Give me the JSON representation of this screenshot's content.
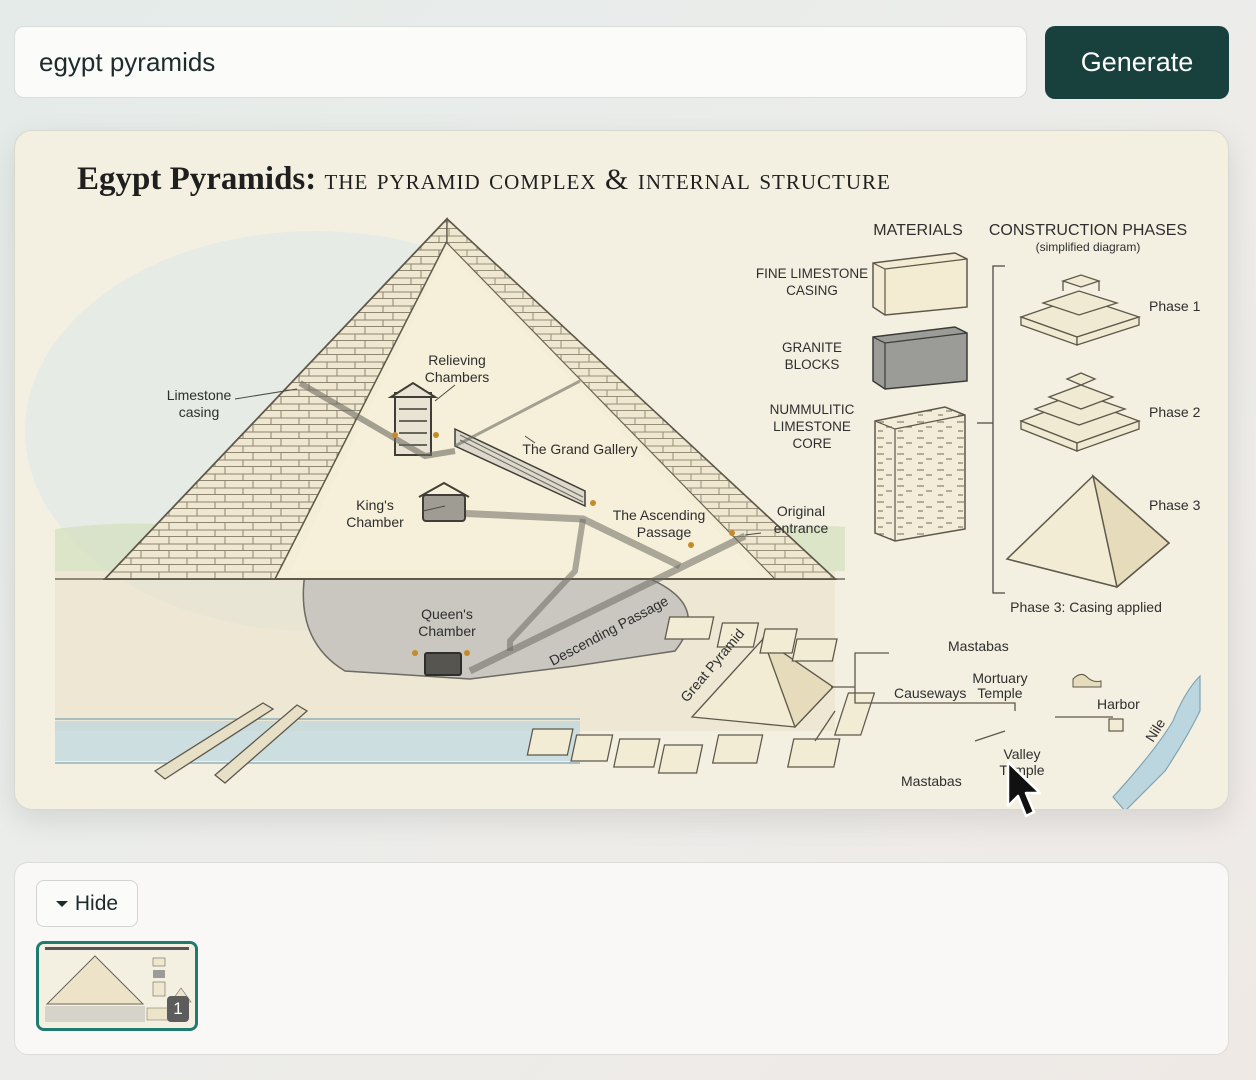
{
  "search": {
    "value": "egypt pyramids"
  },
  "toolbar": {
    "generate_label": "Generate"
  },
  "illustration": {
    "title_main": "Egypt Pyramids:",
    "title_rest": "the pyramid complex & internal structure",
    "labels": {
      "limestone_casing_1": "Limestone",
      "limestone_casing_2": "casing",
      "relieving_1": "Relieving",
      "relieving_2": "Chambers",
      "grand_gallery": "The Grand Gallery",
      "kings_1": "King's",
      "kings_2": "Chamber",
      "ascending_1": "The Ascending",
      "ascending_2": "Passage",
      "original_entrance_1": "Original",
      "original_entrance_2": "entrance",
      "queens_1": "Queen's",
      "queens_2": "Chamber",
      "descending": "Descending Passage"
    },
    "materials": {
      "heading": "MATERIALS",
      "fine_1": "FINE LIMESTONE",
      "fine_2": "CASING",
      "granite_1": "GRANITE",
      "granite_2": "BLOCKS",
      "core_1": "NUMMULITIC",
      "core_2": "LIMESTONE",
      "core_3": "CORE"
    },
    "phases": {
      "heading": "CONSTRUCTION PHASES",
      "subheading": "(simplified diagram)",
      "phase1": "Phase 1",
      "phase2": "Phase 2",
      "phase3": "Phase 3",
      "caption": "Phase 3: Casing applied"
    },
    "complex": {
      "great_pyramid": "Great Pyramid",
      "mastabas_top": "Mastabas",
      "mortuary_1": "Mortuary",
      "mortuary_2": "Temple",
      "causeways": "Causeways",
      "harbor": "Harbor",
      "nile": "Nile",
      "valley_1": "Valley",
      "valley_2": "Temple",
      "mastabas_bottom": "Mastabas"
    }
  },
  "gallery": {
    "hide_label": "Hide",
    "thumbnails": [
      {
        "badge": "1"
      }
    ]
  },
  "colors": {
    "accent": "#18403d",
    "thumb_border": "#1f7a70",
    "parchment": "#f4f0e1"
  }
}
